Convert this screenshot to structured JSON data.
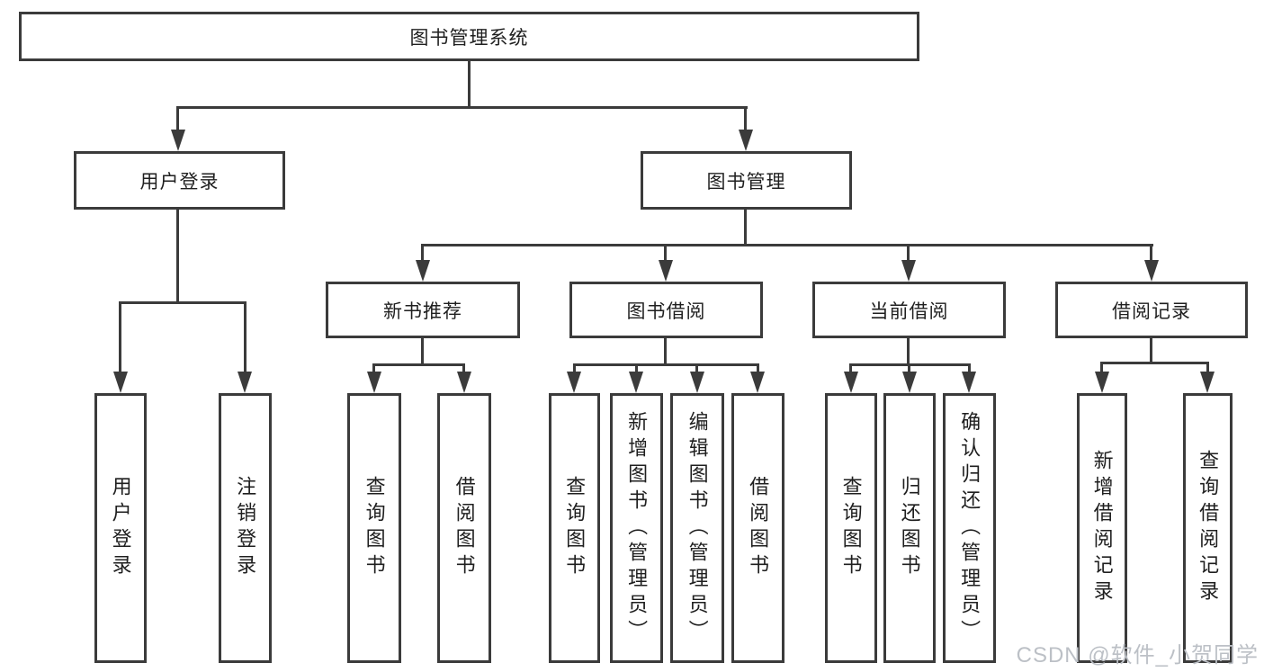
{
  "tree": {
    "root": {
      "label": "图书管理系统"
    },
    "branches": [
      {
        "label": "用户登录",
        "children": [
          {
            "label": "用户登录"
          },
          {
            "label": "注销登录"
          }
        ]
      },
      {
        "label": "图书管理",
        "children": [
          {
            "label": "新书推荐",
            "children": [
              {
                "label": "查询图书"
              },
              {
                "label": "借阅图书"
              }
            ]
          },
          {
            "label": "图书借阅",
            "children": [
              {
                "label": "查询图书"
              },
              {
                "label": "新增图书（管理员）"
              },
              {
                "label": "编辑图书（管理员）"
              },
              {
                "label": "借阅图书"
              }
            ]
          },
          {
            "label": "当前借阅",
            "children": [
              {
                "label": "查询图书"
              },
              {
                "label": "归还图书"
              },
              {
                "label": "确认归还（管理员）"
              }
            ]
          },
          {
            "label": "借阅记录",
            "children": [
              {
                "label": "新增借阅记录"
              },
              {
                "label": "查询借阅记录"
              }
            ]
          }
        ]
      }
    ]
  },
  "watermark": {
    "text": "CSDN @软件_小贺同学"
  },
  "colors": {
    "line": "#3b3b3b",
    "text": "#1f1f1f",
    "background": "#ffffff",
    "watermark": "#bcc0c6"
  }
}
